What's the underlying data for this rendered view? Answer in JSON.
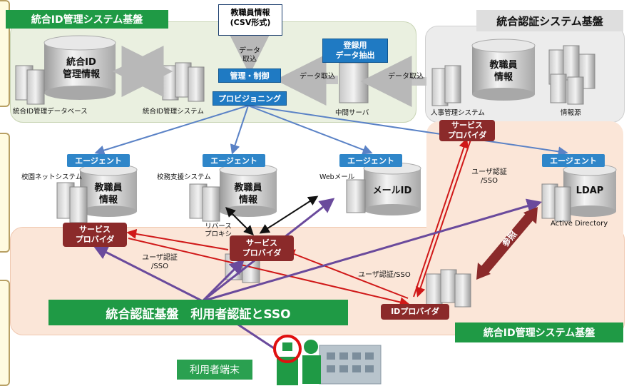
{
  "regions": {
    "id_mgmt_top": "統合ID管理システム基盤",
    "auth_system": "統合認証システム基盤",
    "id_mgmt_bottom": "統合ID管理システム基盤"
  },
  "top": {
    "csv_doc": "教職員情報\n(CSV形式)",
    "data_import_1": "データ\n取込",
    "control": "管理・制御",
    "provisioning": "プロビジョニング",
    "register_extract": "登録用\nデータ抽出",
    "data_import_2": "データ取込",
    "data_import_3": "データ取込",
    "db_id_info": "統合ID\n管理情報",
    "db_id_label": "統合ID管理データベース",
    "id_system_label": "統合ID管理システム",
    "intermediate_server": "中間サーバ",
    "db_staff": "教職員\n情報",
    "hr_system": "人事管理システム",
    "info_source": "情報源"
  },
  "agents": {
    "agent_label": "エージェント",
    "campus_net": "校園ネットシステム",
    "campus_support": "校務支援システム",
    "webmail": "Webメール",
    "db1": "教職員\n情報",
    "db2": "教職員\n情報",
    "db3": "メールID",
    "ldap": "LDAP",
    "active_directory": "Active Directory",
    "reverse_proxy": "リバース\nプロキシ"
  },
  "providers": {
    "sp_top": "サービス\nプロバイダ",
    "sp_left": "サービス\nプロバイダ",
    "sp_center": "サービス\nプロバイダ",
    "idp": "IDプロバイダ"
  },
  "arrows": {
    "user_auth_left": "ユーザ認証\n/SSO",
    "user_auth_center": "ユーザ認証/SSO",
    "user_auth_right": "ユーザ認証\n/SSO",
    "reference": "参照"
  },
  "bottom": {
    "banner": "統合認証基盤　利用者認証とSSO",
    "user_terminal": "利用者端末"
  },
  "colors": {
    "green": "#1f9a45",
    "blue": "#1f7ac3",
    "maroon": "#8b2a2a",
    "purple": "#6a4a9c",
    "red_arrow": "#d01818"
  }
}
